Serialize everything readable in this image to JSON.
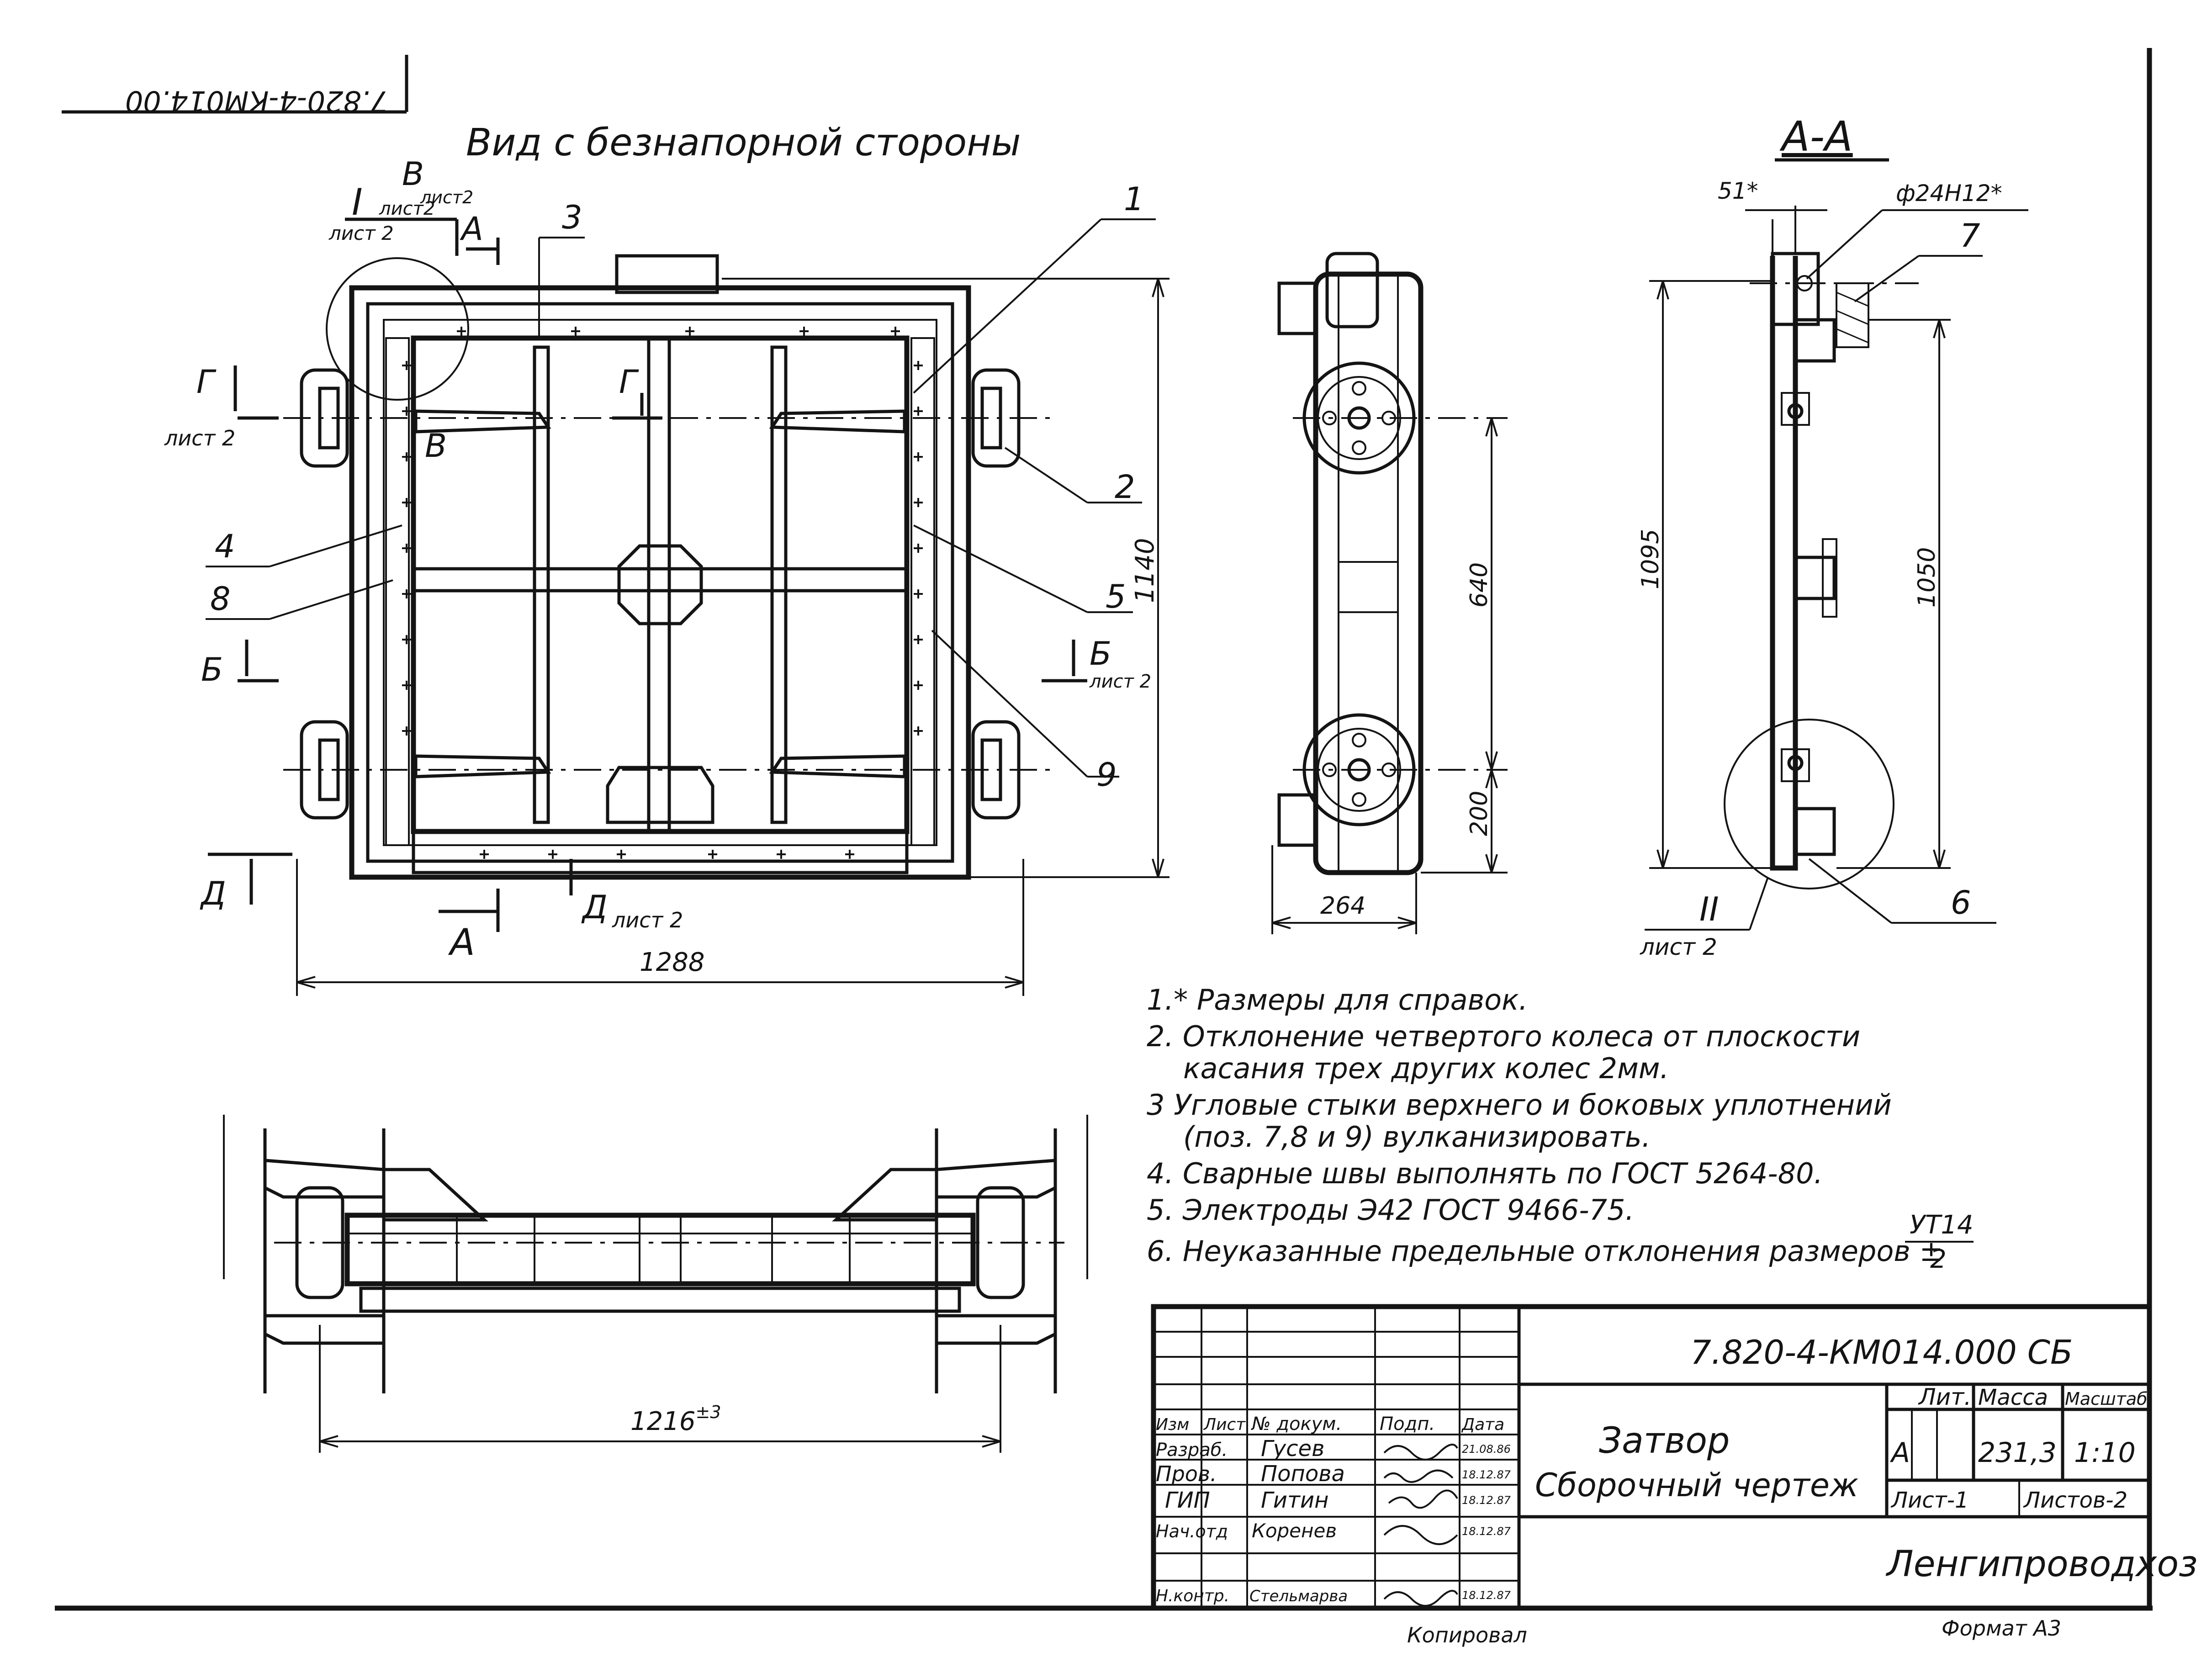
{
  "stamp_code": "7.820-4-КМ014.00",
  "view_title": "Вид с безнапорной стороны",
  "section_title": "А-А",
  "labels": {
    "I": "I",
    "B": "В",
    "A": "А",
    "G": "Г",
    "D": "Д",
    "BB": "Б",
    "II": "II",
    "sheet2": "лист 2",
    "b_sheet2": "лист2",
    "i_sheet2": "лист2"
  },
  "callouts": [
    "1",
    "2",
    "3",
    "4",
    "5",
    "6",
    "7",
    "8",
    "9"
  ],
  "dimensions": {
    "width_main": "1288",
    "height_main": "1140",
    "side_640": "640",
    "side_200": "200",
    "side_264": "264",
    "sec_1095": "1095",
    "sec_1050": "1050",
    "sec_51": "51*",
    "sec_phi": "ф24Н12*",
    "bottom_1216": "1216",
    "bottom_tol": "±3"
  },
  "notes": [
    "1.* Размеры для справок.",
    "2. Отклонение четвертого колеса от плоскости",
    "касания трех других колес 2мм.",
    "3 Угловые стыки верхнего и боковых уплотнений",
    "(поз. 7,8 и 9) вулканизировать.",
    "4. Сварные швы выполнять по ГОСТ 5264-80.",
    "5. Электроды Э42 ГОСТ 9466-75.",
    "6. Неуказанные предельные отклонения размеров ±"
  ],
  "tolerance_num": "УТ14",
  "tolerance_den": "2",
  "title_block": {
    "doc_code": "7.820-4-КМ014.000 СБ",
    "name_line1": "Затвор",
    "name_line2": "Сборочный чертеж",
    "col_headers": [
      "Изм",
      "Лист",
      "№ докум.",
      "Подп.",
      "Дата"
    ],
    "roles": [
      "Разраб.",
      "Пров.",
      "ГИП",
      "Нач.отд",
      "",
      "Н.контр."
    ],
    "names": [
      "Гусев",
      "Попова",
      "Гитин",
      "Коренев",
      "",
      "Стельмарва"
    ],
    "dates": [
      "21.08.86",
      "18.12.87",
      "18.12.87",
      "18.12.87",
      "",
      "18.12.87"
    ],
    "lit_header": "Лит.",
    "mass_header": "Масса",
    "scale_header": "Масштаб",
    "lit_value": "А",
    "mass_value": "231,3",
    "scale_value": "1:10",
    "sheet": "Лист-1",
    "sheets": "Листов-2",
    "org": "Ленгипроводхоз",
    "copied": "Копировал",
    "format": "Формат А3"
  }
}
